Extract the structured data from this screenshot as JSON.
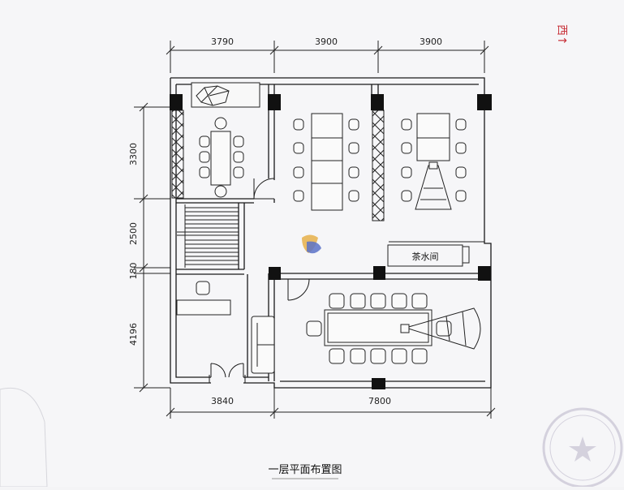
{
  "plan": {
    "title": "一层平面布置图",
    "tea_room_label": "茶水间",
    "north_note": "西↑",
    "dims_top": [
      "3790",
      "3900",
      "3900"
    ],
    "dims_bottom": [
      "3840",
      "7800"
    ],
    "dims_left": [
      "3300",
      "2500",
      "180",
      "4196"
    ],
    "colors": {
      "line": "#1a1a1a",
      "paper": "#f7f7f9",
      "column": "#111111",
      "stamp": "#b9b4c8",
      "annotation": "#c8323a"
    }
  }
}
